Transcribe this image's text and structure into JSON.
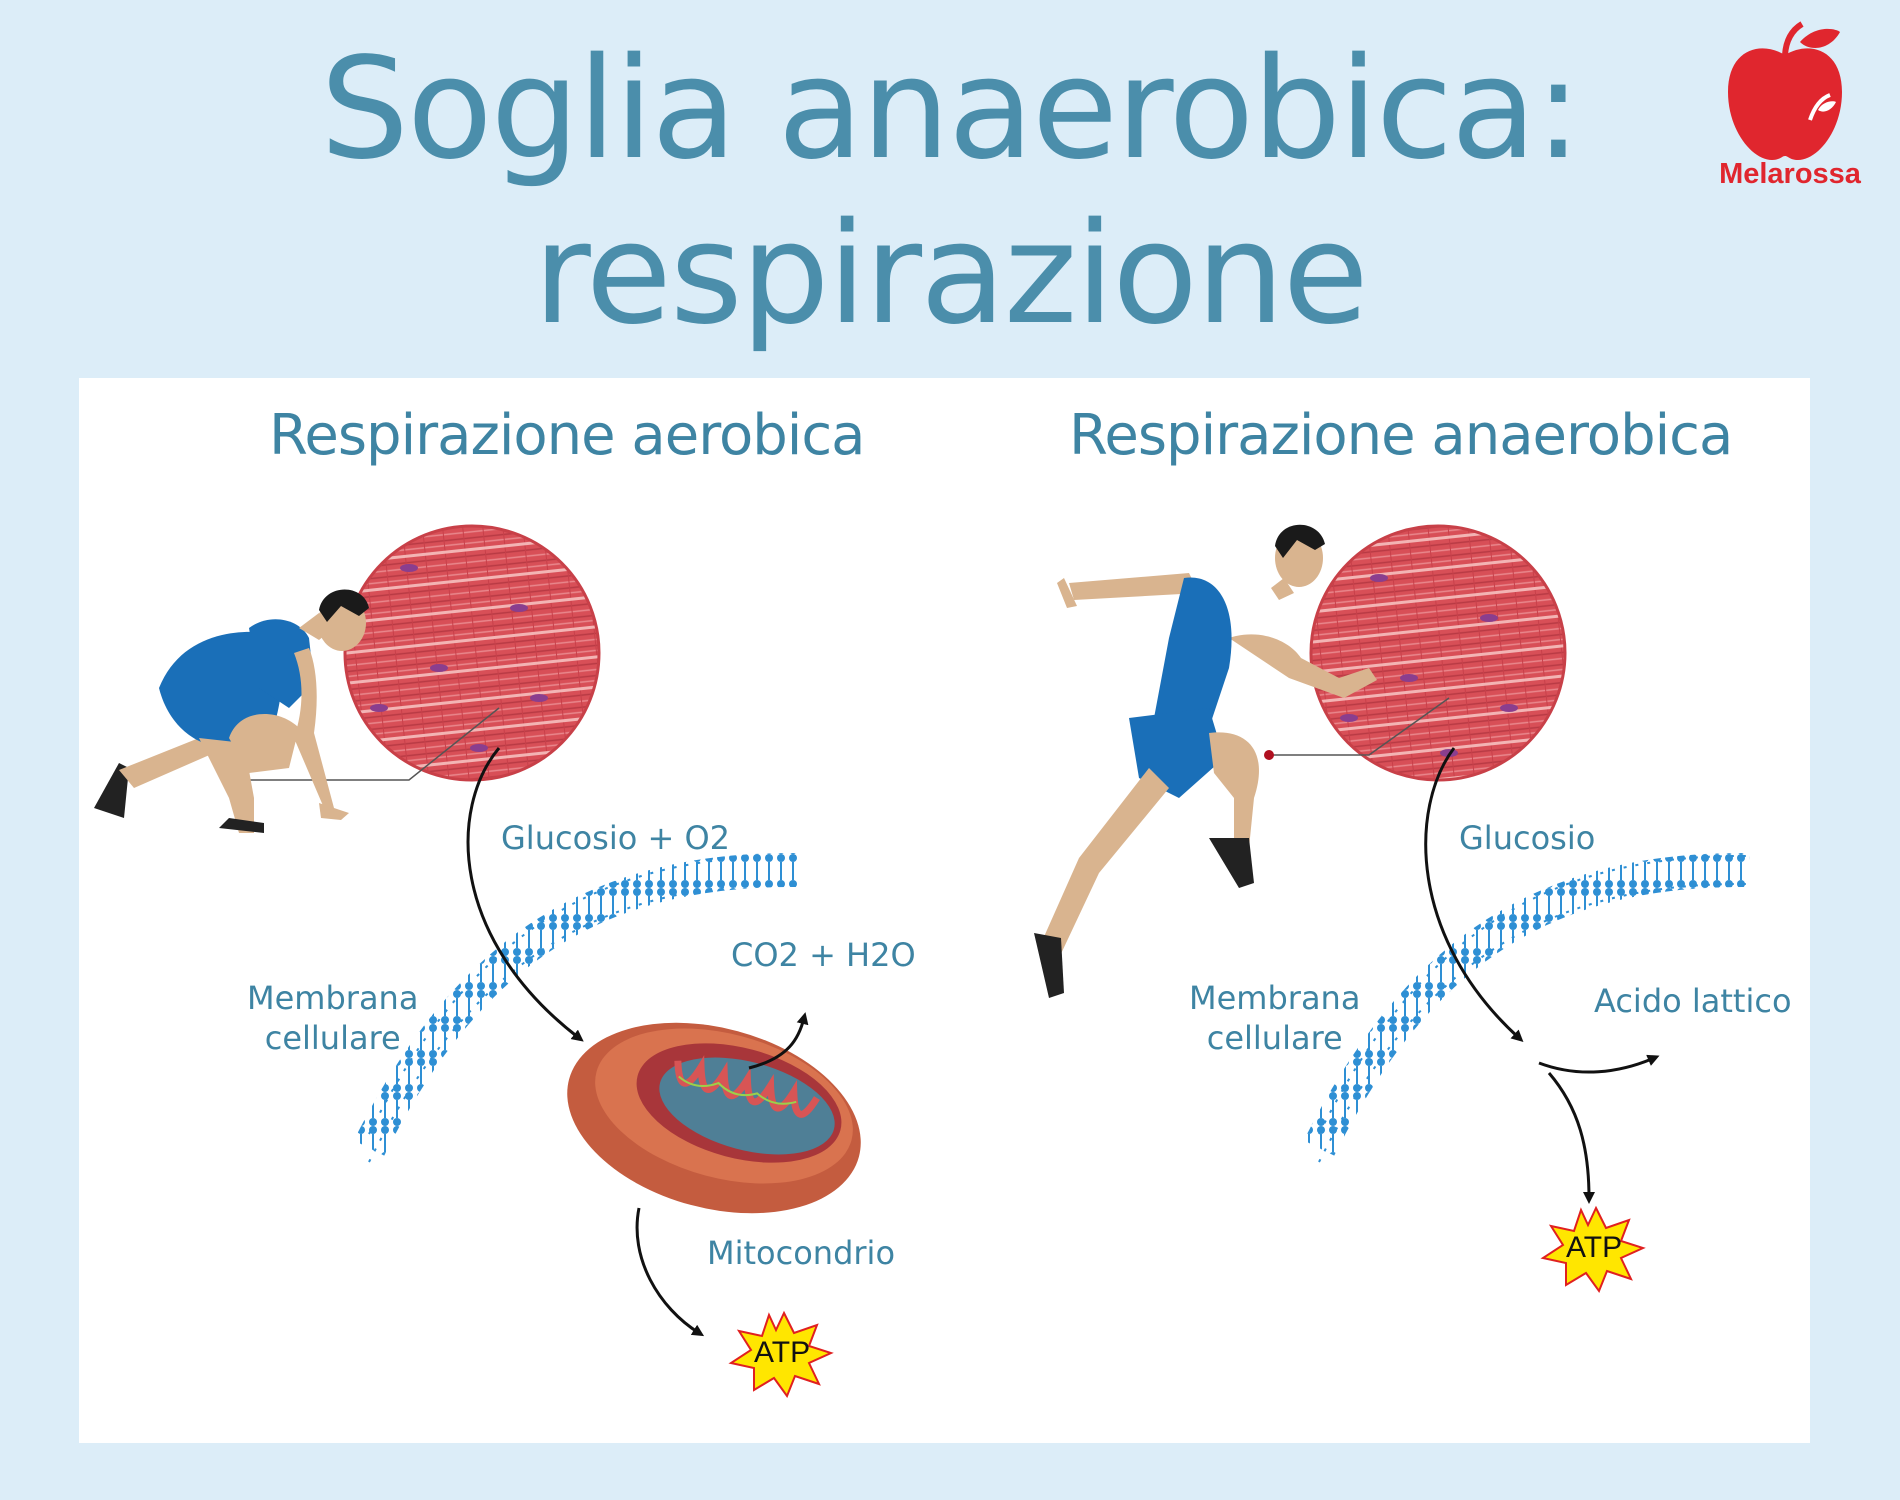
{
  "brand": {
    "name": "Melarossa",
    "color": "#e0262e"
  },
  "title": {
    "line1": "Soglia anaerobica:",
    "line2": "respirazione"
  },
  "colors": {
    "text": "#3e84a3",
    "membrane": "#2e8fd4",
    "muscle": "#d24a52",
    "shirt": "#1a6fb8",
    "background": "#dcedf8"
  },
  "aerobic": {
    "heading": "Respirazione aerobica",
    "input": "Glucosio + O2",
    "membrane": [
      "Membrana",
      "cellulare"
    ],
    "output": "CO2 + H2O",
    "organelle": "Mitocondrio",
    "product": "ATP"
  },
  "anaerobic": {
    "heading": "Respirazione anaerobica",
    "input": "Glucosio",
    "membrane": [
      "Membrana",
      "cellulare"
    ],
    "output": "Acido lattico",
    "product": "ATP"
  }
}
